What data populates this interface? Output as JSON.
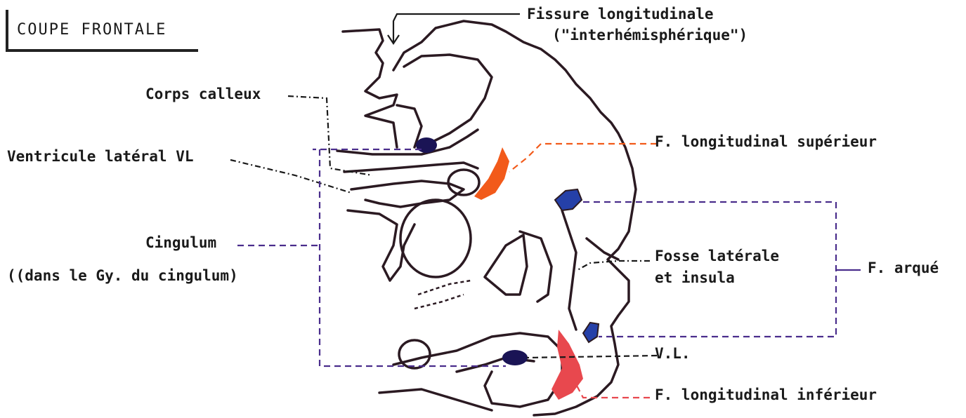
{
  "title": "COUPE FRONTALE",
  "colors": {
    "outline": "#2b1a22",
    "orange": "#f25a1a",
    "red": "#e8484e",
    "purple_dash": "#4a2d8c",
    "blue_nucleus": "#1a1455",
    "blue_fill": "#2540a8"
  },
  "labels": {
    "fissure_line1": "Fissure longitudinale",
    "fissure_line2": "(\"interhémisphérique\")",
    "corps_calleux": "Corps calleux",
    "ventricule_lateral": "Ventricule latéral VL",
    "cingulum": "Cingulum",
    "cingulum_note": "((dans le Gy. du cingulum)",
    "f_long_sup": "F. longitudinal  supérieur",
    "fosse_line1": "Fosse latérale",
    "fosse_line2": "et insula",
    "f_arque": "F. arqué",
    "vl": "V.L.",
    "f_long_inf": "F. longitudinal inférieur"
  }
}
